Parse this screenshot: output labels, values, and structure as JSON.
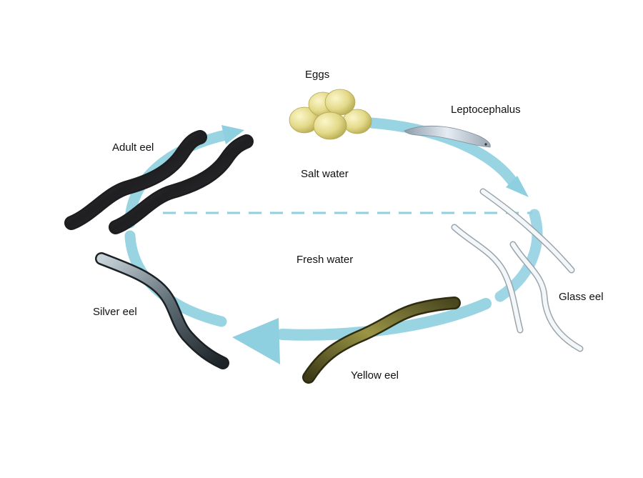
{
  "labels": {
    "eggs": "Eggs",
    "leptocephalus": "Leptocephalus",
    "salt_water": "Salt water",
    "fresh_water": "Fresh water",
    "adult_eel": "Adult eel",
    "glass_eel": "Glass eel",
    "silver_eel": "Silver eel",
    "yellow_eel": "Yellow eel"
  },
  "colors": {
    "cycle_arrow": "#8ecfe0",
    "divider": "#8ecfe0",
    "egg": "#e6de8f",
    "adult_eel": "#2b2b2d",
    "leptocephalus": "#b9c6d2",
    "glass_eel": "#e8ecef",
    "silver_eel": "#6b7a82",
    "yellow_eel": "#6e6a2e"
  },
  "icons": [
    "eggs-cluster",
    "leptocephalus-larva",
    "glass-eel",
    "yellow-eel",
    "silver-eel",
    "adult-eel"
  ]
}
